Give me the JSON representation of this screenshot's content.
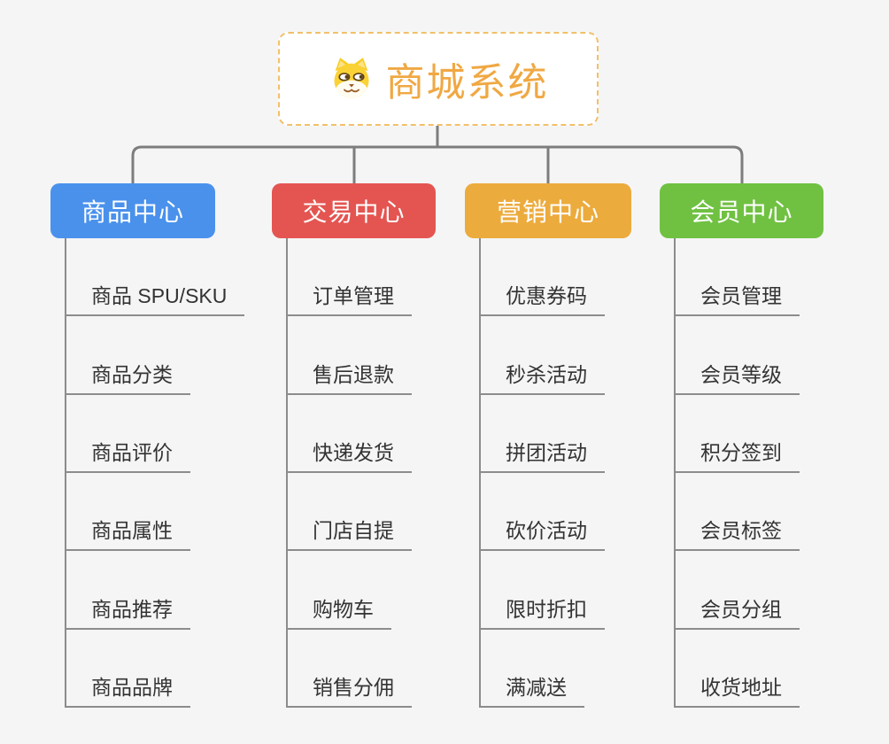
{
  "page": {
    "background": "#f5f5f6"
  },
  "colors": {
    "connector": "#7d7d7d",
    "underline": "#8c8c8c",
    "item_text": "#333333"
  },
  "root": {
    "title": "商城系统",
    "icon": "shiba-dog-icon",
    "text_color": "#f0a843",
    "border_color": "#f2c06a",
    "background": "#ffffff"
  },
  "branches": [
    {
      "label": "商品中心",
      "color": "#4a91ec",
      "items": [
        "商品 SPU/SKU",
        "商品分类",
        "商品评价",
        "商品属性",
        "商品推荐",
        "商品品牌"
      ]
    },
    {
      "label": "交易中心",
      "color": "#e45551",
      "items": [
        "订单管理",
        "售后退款",
        "快递发货",
        "门店自提",
        "购物车",
        "销售分佣"
      ]
    },
    {
      "label": "营销中心",
      "color": "#ecab3d",
      "items": [
        "优惠券码",
        "秒杀活动",
        "拼团活动",
        "砍价活动",
        "限时折扣",
        "满减送"
      ]
    },
    {
      "label": "会员中心",
      "color": "#70c142",
      "items": [
        "会员管理",
        "会员等级",
        "积分签到",
        "会员标签",
        "会员分组",
        "收货地址"
      ]
    }
  ]
}
